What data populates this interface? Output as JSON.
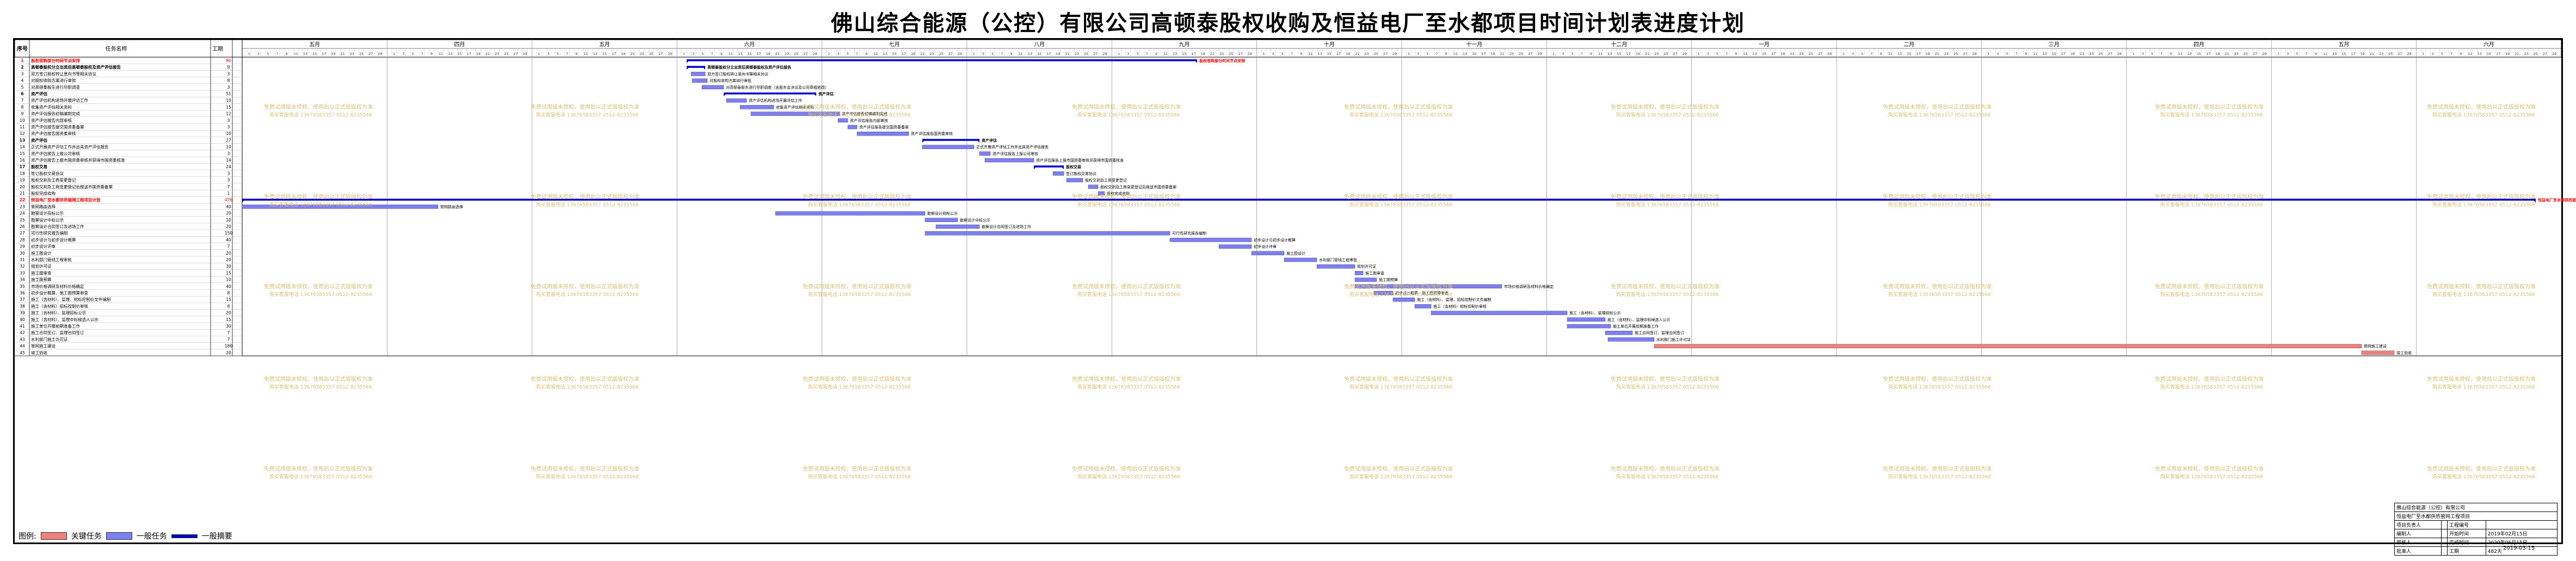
{
  "title": "佛山综合能源（公控）有限公司高顿泰股权收购及恒益电厂至水都项目时间计划表进度计划",
  "headers": {
    "no": "序号",
    "name": "任务名称",
    "days": "工期"
  },
  "months": [
    "五月",
    "四月",
    "五月",
    "六月",
    "七月",
    "八月",
    "九月",
    "十月",
    "十一月",
    "十二月",
    "一月",
    "二月",
    "三月",
    "四月",
    "五月",
    "六月"
  ],
  "watermark": [
    "免费试用版未授权，使用后以正式版版权为准",
    "购买客服电话 13676583357 0512-8235566"
  ],
  "tasks": [
    {
      "no": "1",
      "name": "股权收购部分时间节点安排",
      "days": "80",
      "summary": true,
      "red": true
    },
    {
      "no": "2",
      "name": "高顿泰股权分立出资后高顿泰股权及资产评估报告",
      "days": "9",
      "summary": true
    },
    {
      "no": "3",
      "name": "双方签订股权转让意向书等相关协议",
      "days": "3",
      "summary": false
    },
    {
      "no": "4",
      "name": "对股权收购方案进行审批",
      "days": "8",
      "summary": false
    },
    {
      "no": "5",
      "name": "对高顿泰股东进行尽职调查",
      "days": "3",
      "summary": false
    },
    {
      "no": "6",
      "name": "资产评估",
      "days": "51",
      "summary": true
    },
    {
      "no": "7",
      "name": "资产评估机构进场开展评估工作",
      "days": "10",
      "summary": false
    },
    {
      "no": "8",
      "name": "收集资产评估相关资料",
      "days": "15",
      "summary": false
    },
    {
      "no": "9",
      "name": "资产评估报告初稿编制完成",
      "days": "12",
      "summary": false
    },
    {
      "no": "10",
      "name": "资产评估报告内部审核",
      "days": "3",
      "summary": false
    },
    {
      "no": "11",
      "name": "资产评估报告提交国资委备案",
      "days": "3",
      "summary": false
    },
    {
      "no": "12",
      "name": "资产评估报告国资委审核",
      "days": "10",
      "summary": false
    },
    {
      "no": "13",
      "name": "资产评估",
      "days": "27",
      "summary": true
    },
    {
      "no": "14",
      "name": "正式开展资产评估工作并出具资产评估报告",
      "days": "10",
      "summary": false
    },
    {
      "no": "15",
      "name": "资产评估报告上报公司审核",
      "days": "3",
      "summary": false
    },
    {
      "no": "16",
      "name": "资产评估报告上报市国资委审核并获得市国资委核准",
      "days": "14",
      "summary": false
    },
    {
      "no": "17",
      "name": "股权交易",
      "days": "24",
      "summary": true
    },
    {
      "no": "18",
      "name": "签订股权交易协议",
      "days": "3",
      "summary": false
    },
    {
      "no": "19",
      "name": "股权交割及工商变更登记",
      "days": "3",
      "summary": false
    },
    {
      "no": "20",
      "name": "股权交割及工商变更登记后报送市国资委备案",
      "days": "7",
      "summary": false
    },
    {
      "no": "21",
      "name": "股权完成收购",
      "days": "1",
      "summary": false
    },
    {
      "no": "22",
      "name": "恒益电厂至水都供热管网工程项目计划",
      "days": "476",
      "summary": true,
      "red": true
    },
    {
      "no": "23",
      "name": "管网路由选择",
      "days": "40",
      "summary": false
    },
    {
      "no": "24",
      "name": "勘察设计招标公示",
      "days": "20",
      "summary": false
    },
    {
      "no": "25",
      "name": "勘察设计中标公示",
      "days": "10",
      "summary": false
    },
    {
      "no": "26",
      "name": "勘察设计合同签订及进场工作",
      "days": "20",
      "summary": false
    },
    {
      "no": "27",
      "name": "可行性研究报告编制",
      "days": "150",
      "summary": false
    },
    {
      "no": "28",
      "name": "初步设计与初步设计概算",
      "days": "40",
      "summary": false
    },
    {
      "no": "29",
      "name": "初步设计评审",
      "days": "7",
      "summary": false
    },
    {
      "no": "30",
      "name": "施工图设计",
      "days": "20",
      "summary": false
    },
    {
      "no": "31",
      "name": "水利部门管线工程审批",
      "days": "20",
      "summary": false
    },
    {
      "no": "32",
      "name": "规划许可证",
      "days": "30",
      "summary": false
    },
    {
      "no": "33",
      "name": "施工图审查",
      "days": "15",
      "summary": false
    },
    {
      "no": "34",
      "name": "施工图预算",
      "days": "10",
      "summary": false
    },
    {
      "no": "35",
      "name": "市场价格调研及材料价格确定",
      "days": "40",
      "summary": false
    },
    {
      "no": "36",
      "name": "初步设计概算、施工图预算审查",
      "days": "8",
      "summary": false
    },
    {
      "no": "37",
      "name": "施工（含材料）、监理、招标控制价文件编制",
      "days": "15",
      "summary": false
    },
    {
      "no": "38",
      "name": "施工（含材料）招标控制价审核",
      "days": "8",
      "summary": false
    },
    {
      "no": "39",
      "name": "施工（含材料）、监理招标公示",
      "days": "20",
      "summary": false
    },
    {
      "no": "40",
      "name": "施工（含材料）、监理中标候选人公示",
      "days": "15",
      "summary": false
    },
    {
      "no": "41",
      "name": "施工单位开展前期准备工作",
      "days": "30",
      "summary": false
    },
    {
      "no": "42",
      "name": "施工合同签订、监理合同签订",
      "days": "7",
      "summary": false
    },
    {
      "no": "43",
      "name": "水利部门施工许可证",
      "days": "7",
      "summary": false
    },
    {
      "no": "44",
      "name": "管网施工建设",
      "days": "180",
      "summary": false
    },
    {
      "no": "45",
      "name": "竣工验收",
      "days": "20",
      "summary": false
    }
  ],
  "gantt_labels": [
    {
      "text": "股权收购部分时间节点安排"
    },
    {
      "text": "高顿泰股权分立出资后高顿泰股权及资产评估报告"
    },
    {
      "text": "双方签订股权转让意向书等相关协议"
    },
    {
      "text": "对股权收购方案进行审批"
    },
    {
      "text": "对高顿泰股东进行尽职调查（含股东会决议及公司章程修改）"
    },
    {
      "text": "资产评估"
    },
    {
      "text": "资产评估机构进场开展评估工作"
    },
    {
      "text": "收集资产评估相关资料"
    },
    {
      "text": "资产评估报告初稿编制完成"
    },
    {
      "text": "资产评估报告内部审核"
    },
    {
      "text": "资产评估报告提交国资委备案"
    },
    {
      "text": "资产评估报告国资委审核"
    },
    {
      "text": "资产评估"
    },
    {
      "text": "正式开展资产评估工作并出具资产评估报告"
    },
    {
      "text": "资产评估报告上报公司审核"
    },
    {
      "text": "资产评估报告上报市国资委审核并获得市国资委核准"
    },
    {
      "text": "股权交易"
    },
    {
      "text": "签订股权交易协议"
    },
    {
      "text": "股权交割及工商变更登记"
    },
    {
      "text": "股权交割及工商变更登记后报送市国资委备案"
    },
    {
      "text": "股权完成收购"
    },
    {
      "text": "恒益电厂至水都供热管网工程项目计划"
    },
    {
      "text": "管网路由选择"
    },
    {
      "text": "勘察设计招标公示"
    },
    {
      "text": "勘察设计中标公示"
    },
    {
      "text": "勘察设计合同签订及进场工作"
    },
    {
      "text": "可行性研究报告编制"
    },
    {
      "text": "初步设计与初步设计概算"
    },
    {
      "text": "初步设计评审"
    },
    {
      "text": "施工图设计"
    },
    {
      "text": "水利部门管线工程审批"
    },
    {
      "text": "规划许可证"
    },
    {
      "text": "施工图审查"
    },
    {
      "text": "施工图预算"
    },
    {
      "text": "市场价格调研及材料价格确定"
    },
    {
      "text": "初步设计概算、施工图预算审查"
    },
    {
      "text": "施工（含材料）、监理、招标控制价文件编制"
    },
    {
      "text": "施工（含材料）招标控制价审核"
    },
    {
      "text": "施工（含材料）、监理招标公示"
    },
    {
      "text": "施工（含材料）、监理中标候选人公示"
    },
    {
      "text": "施工单位开展前期准备工作"
    },
    {
      "text": "施工合同签订、监理合同签订"
    },
    {
      "text": "水利部门施工许可证"
    },
    {
      "text": "管网施工建设"
    },
    {
      "text": "竣工验收"
    }
  ],
  "legend": {
    "label": "图例:",
    "critical": "关键任务",
    "normal": "一般任务",
    "summary": "一般摘要"
  },
  "info": {
    "rows": [
      [
        "项目负责人",
        "",
        "工程编号",
        ""
      ],
      [
        "编制人",
        "",
        "开始时间",
        "2019年02月15日"
      ],
      [
        "审核人",
        "",
        "完成时间",
        "2020年06月15日"
      ],
      [
        "批准人",
        "",
        "工期",
        "482天"
      ]
    ],
    "company": "佛山综合能源（公控）有限公司",
    "project": "恒益电厂至水都供热管网工程项目",
    "date": "2019-03-15"
  },
  "colors": {
    "summary_bar": "#0000cc",
    "task_bar": "#7f7ff5",
    "critical_bar": "#f08080",
    "grid": "#999999",
    "red_text": "#ff0000",
    "watermark": "#d9c27a"
  }
}
